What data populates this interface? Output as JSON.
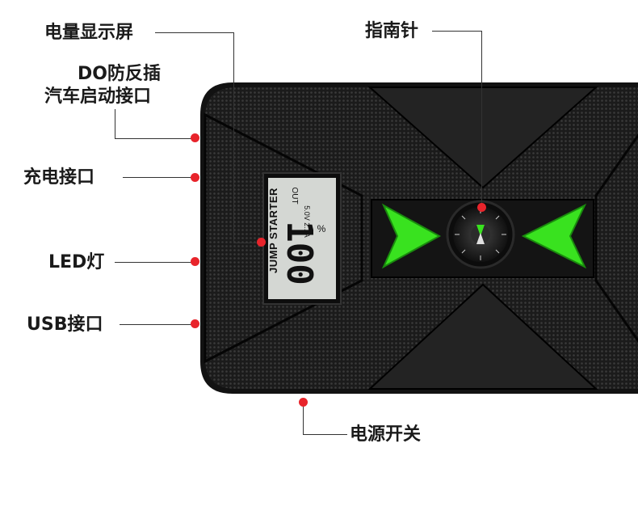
{
  "labels": {
    "battery_display": "电量显示屏",
    "compass": "指南针",
    "dc_line1": "DO防反插",
    "dc_line2": "汽车启动接口",
    "charge_port": "充电接口",
    "led": "LED灯",
    "usb": "USB接口",
    "power_switch": "电源开关"
  },
  "lcd": {
    "brand": "JUMP STARTER",
    "out": "OUT",
    "spec": "5.0V 2.1A",
    "percent_value": "100",
    "percent_unit": "%"
  },
  "colors": {
    "accent_green": "#39e21f",
    "callout_red": "#e8242b",
    "device_body": "#1c1c1c"
  }
}
